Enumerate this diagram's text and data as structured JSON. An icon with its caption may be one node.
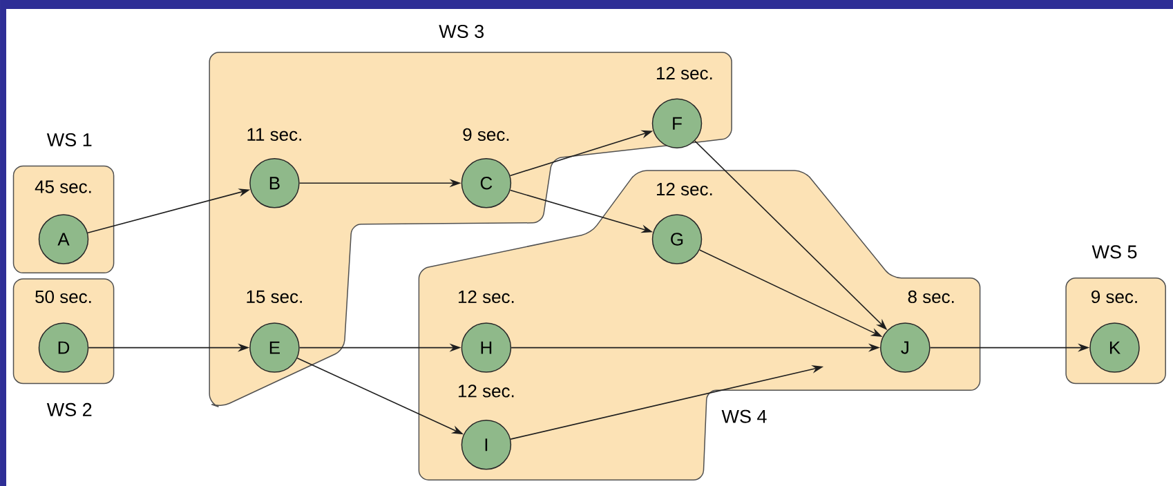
{
  "diagram": {
    "nodes": [
      {
        "text": [
          "WS 1"
        ]
      },
      {
        "text": [
          "A"
        ],
        "in": 0,
        "beside": [
          "45 sec."
        ]
      },
      {
        "text": [
          "WS 2"
        ]
      },
      {
        "text": [
          "D"
        ],
        "in": 2,
        "beside": [
          "50 sec."
        ]
      },
      {
        "text": [
          "WS 3"
        ]
      },
      {
        "text": [
          "B"
        ],
        "in": 4,
        "beside": [
          "11 sec."
        ]
      },
      {
        "text": [
          "C"
        ],
        "in": 4,
        "beside": [
          "9 sec."
        ]
      },
      {
        "text": [
          "F"
        ],
        "in": 4,
        "beside": [
          "12 sec."
        ]
      },
      {
        "text": [
          "E"
        ],
        "in": 4,
        "beside": [
          "15 sec."
        ]
      },
      {
        "text": [
          "WS 4"
        ]
      },
      {
        "text": [
          "G"
        ],
        "in": 9,
        "beside": [
          "12 sec."
        ]
      },
      {
        "text": [
          "H"
        ],
        "in": 9,
        "beside": [
          "12 sec."
        ]
      },
      {
        "text": [
          "I"
        ],
        "in": 9,
        "beside": [
          "12 sec."
        ]
      },
      {
        "text": [
          "J"
        ],
        "in": 9,
        "beside": [
          "8 sec."
        ]
      },
      {
        "text": [
          "WS 5"
        ]
      },
      {
        "text": [
          "K"
        ],
        "in": 14,
        "beside": [
          "9 sec."
        ]
      }
    ],
    "edges": [
      {
        "from": 1,
        "to": 5,
        "arrow": "to"
      },
      {
        "from": 5,
        "to": 6,
        "arrow": "to"
      },
      {
        "from": 6,
        "to": 7,
        "arrow": "to"
      },
      {
        "from": 6,
        "to": 10,
        "arrow": "to"
      },
      {
        "from": 7,
        "to": 13,
        "arrow": "to"
      },
      {
        "from": 10,
        "to": 13,
        "arrow": "to"
      },
      {
        "from": 3,
        "to": 8,
        "arrow": "to"
      },
      {
        "from": 8,
        "to": 11,
        "arrow": "to"
      },
      {
        "from": 8,
        "to": 12,
        "arrow": "to"
      },
      {
        "from": 11,
        "to": 13,
        "arrow": "to"
      },
      {
        "from": 12,
        "to": 13,
        "arrow": "to"
      },
      {
        "from": 13,
        "to": 15,
        "arrow": "to"
      }
    ]
  }
}
